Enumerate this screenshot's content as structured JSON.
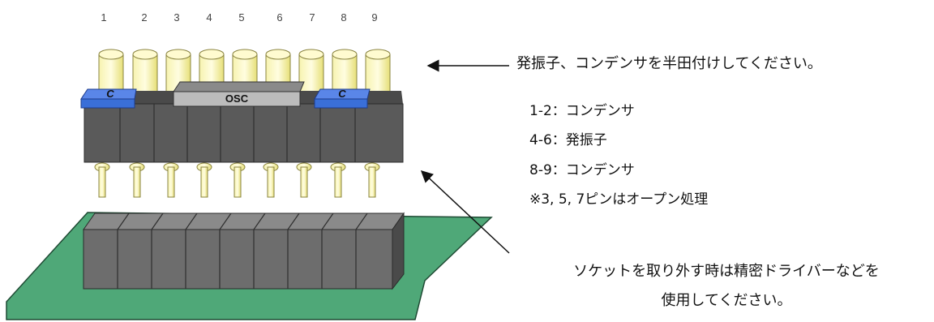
{
  "pin_numbers": [
    "1",
    "2",
    "3",
    "4",
    "5",
    "6",
    "7",
    "8",
    "9"
  ],
  "components": {
    "capacitor_left_label": "C",
    "capacitor_right_label": "C",
    "oscillator_label": "OSC"
  },
  "instructions": {
    "title": "発振子、コンデンサを半田付けしてください。",
    "pin_assignments": [
      "1-2：コンデンサ",
      "4-6：発振子",
      "8-9：コンデンサ",
      "※3, 5, 7ピンはオープン処理"
    ],
    "warning_line1": "ソケットを取り外す時は精密ドライバーなどを",
    "warning_line2": "使用してください。"
  },
  "colors": {
    "pcb": "#4fa878",
    "socket_body": "#6d6d6d",
    "header_body": "#5a5a5a",
    "pin_gold": "#f4f0a0",
    "capacitor": "#3a6fd8",
    "oscillator": "#a8a8a8"
  }
}
